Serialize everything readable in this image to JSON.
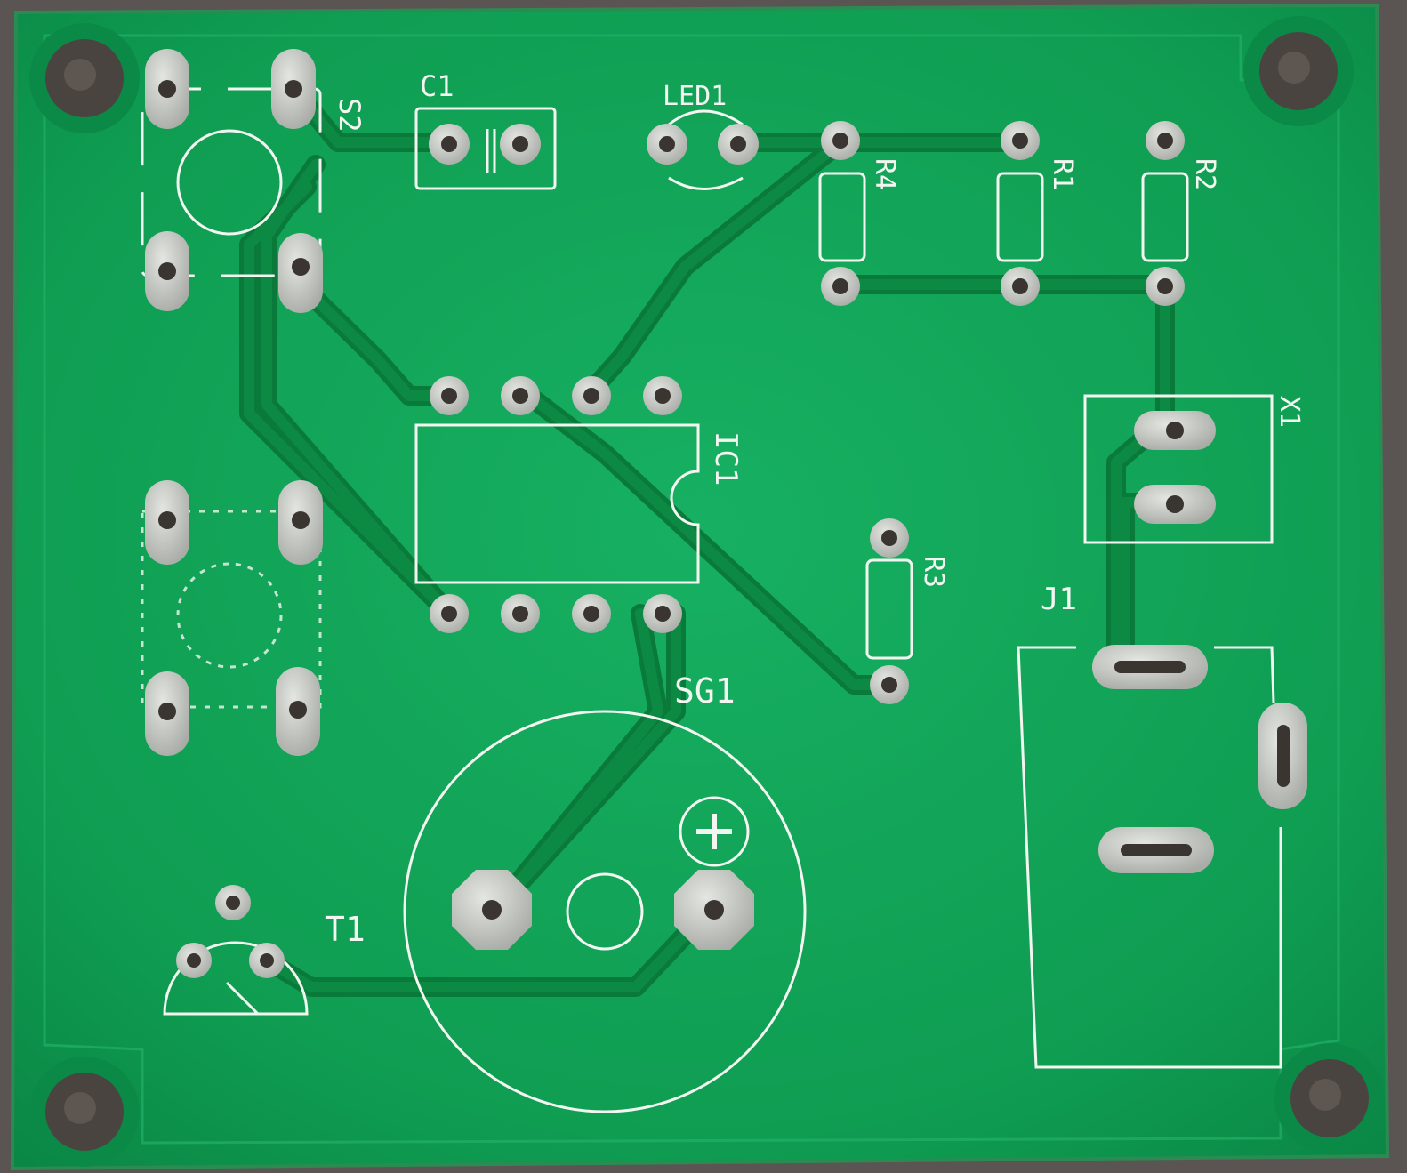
{
  "board": {
    "colors": {
      "background": "#5a5552",
      "solder_mask": "#0e9a4e",
      "solder_mask_light": "#16ad5c",
      "trace": "#0a7a3a",
      "silkscreen": "#f2f5f0",
      "pad_metal": "#c9ccc7",
      "hole": "#3a3530"
    },
    "labels": {
      "c1": "C1",
      "led1": "LED1",
      "s2": "S2",
      "r4": "R4",
      "r1": "R1",
      "r2": "R2",
      "ic1": "IC1",
      "x1": "X1",
      "r3": "R3",
      "j1": "J1",
      "sg1": "SG1",
      "t1": "T1",
      "plus": "+"
    }
  }
}
